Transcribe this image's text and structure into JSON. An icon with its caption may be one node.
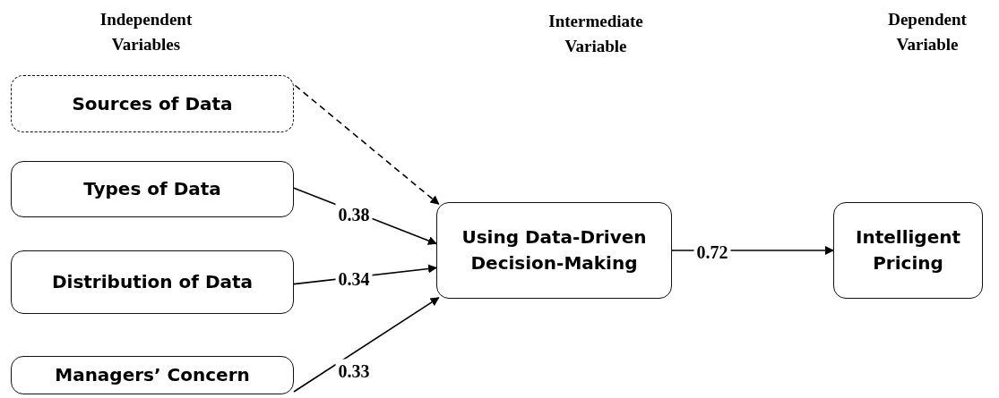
{
  "diagram": {
    "nodes": [
      {
        "text": [
          "Sources of Data"
        ]
      },
      {
        "text": [
          "Types of Data"
        ]
      },
      {
        "text": [
          "Distribution of Data"
        ]
      },
      {
        "text": [
          "Managers’ Concern"
        ]
      },
      {
        "text": [
          "Using Data-Driven Decision-Making"
        ]
      },
      {
        "text": [
          "Intelligent Pricing"
        ]
      }
    ],
    "edges": [
      {
        "from": 0,
        "to": 4,
        "arrow": "to",
        "style": "dashed"
      },
      {
        "from": 1,
        "to": 4,
        "arrow": "to",
        "label": "0.38"
      },
      {
        "from": 2,
        "to": 4,
        "arrow": "to",
        "label": "0.34"
      },
      {
        "from": 3,
        "to": 4,
        "arrow": "to",
        "label": "0.33"
      },
      {
        "from": 4,
        "to": 5,
        "arrow": "to",
        "label": "0.72"
      }
    ],
    "labels": [
      "Independent Variables",
      "Intermediate Variable",
      "Dependent Variable"
    ]
  }
}
